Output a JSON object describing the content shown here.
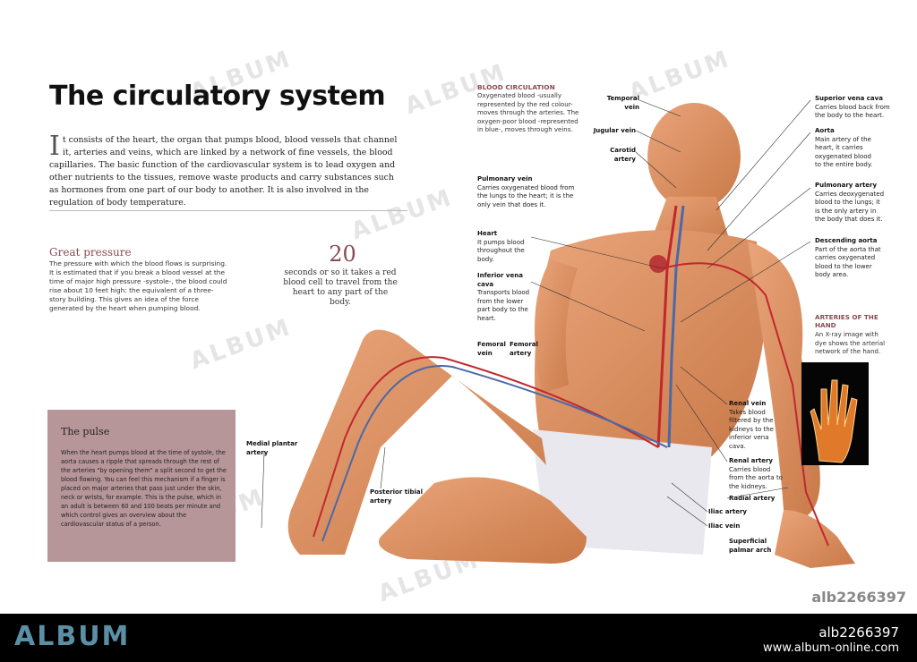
{
  "title": "The circulatory system",
  "intro": {
    "drop_cap": "I",
    "text": "t consists of the heart, the organ that pumps blood, blood vessels that channel it, arteries and veins, which are linked by a network of fine vessels, the blood capillaries. The basic function of the cardiovascular system is to lead oxygen and other nutrients to the tissues, remove waste products and carry substances such as hormones from one part of our body to another. It is also involved in the regulation of body temperature."
  },
  "great_pressure": {
    "title": "Great pressure",
    "text": "The pressure with which the blood flows is surprising. It is estimated that if you break a blood vessel at the time of major high pressure -systole-, the blood could rise about 10 feet high: the equivalent of a three-story building. This gives an idea of the force generated by the heart when pumping blood."
  },
  "stat": {
    "number": "20",
    "text": "seconds or so it takes a red blood cell to travel from the heart to any part of the body."
  },
  "pulse": {
    "title": "The pulse",
    "text": "When the heart pumps blood at the time of systole, the aorta causes a ripple that spreads through the rest of the arteries \"by opening them\" a split second to get the blood flowing. You can feel this mechanism if a finger is placed on major arteries that pass just under the skin, neck or wrists, for example. This is the pulse, which in an adult is between 60 and 100 beats per minute and which control gives an overview about the cardiovascular status of a person."
  },
  "blood_circulation": {
    "title": "BLOOD CIRCULATION",
    "text": "Oxygenated blood -usually represented by the red colour- moves through the arteries. The oxygen-poor blood -represented in blue-, moves through veins."
  },
  "labels": {
    "temporal_vein": "Temporal vein",
    "jugular_vein": "Jugular vein",
    "carotid_artery": "Carotid artery",
    "pulmonary_vein_title": "Pulmonary vein",
    "pulmonary_vein_text": "Carries oxygenated blood from the lungs to the heart; it is the only vein that does it.",
    "heart_title": "Heart",
    "heart_text": "It pumps blood throughout the body.",
    "ivc_title": "Inferior vena cava",
    "ivc_text": "Transports blood from the lower part body to the heart.",
    "femoral_vein": "Femoral vein",
    "femoral_artery": "Femoral artery",
    "medial_plantar": "Medial plantar artery",
    "posterior_tibial": "Posterior tibial artery",
    "svc_title": "Superior vena cava",
    "svc_text": "Carries blood back from the body to the heart.",
    "aorta_title": "Aorta",
    "aorta_text": "Main artery of the heart, it carries oxygenated blood to the entire body.",
    "pa_title": "Pulmonary artery",
    "pa_text": "Carries deoxygenated blood to the lungs; it is the only artery in the body that does it.",
    "desc_aorta_title": "Descending aorta",
    "desc_aorta_text": "Part of the aorta that carries oxygenated blood to the lower body area.",
    "renal_vein_title": "Renal vein",
    "renal_vein_text": "Takes blood filtered by the kidneys to the inferior vena cava.",
    "renal_artery_title": "Renal artery",
    "renal_artery_text": "Carries blood from the aorta to the kidneys.",
    "radial_artery": "Radial artery",
    "iliac_artery": "Iliac artery",
    "iliac_vein": "Iliac vein",
    "palmar_arch": "Superficial palmar arch"
  },
  "arteries_hand": {
    "title": "ARTERIES OF THE HAND",
    "text": "An X-ray image with dye shows the arterial network of the hand."
  },
  "watermark": "ALBUM",
  "image_id": "alb2266397",
  "footer": {
    "logo": "ALBUM",
    "id": "alb2266397",
    "url": "www.album-online.com"
  }
}
